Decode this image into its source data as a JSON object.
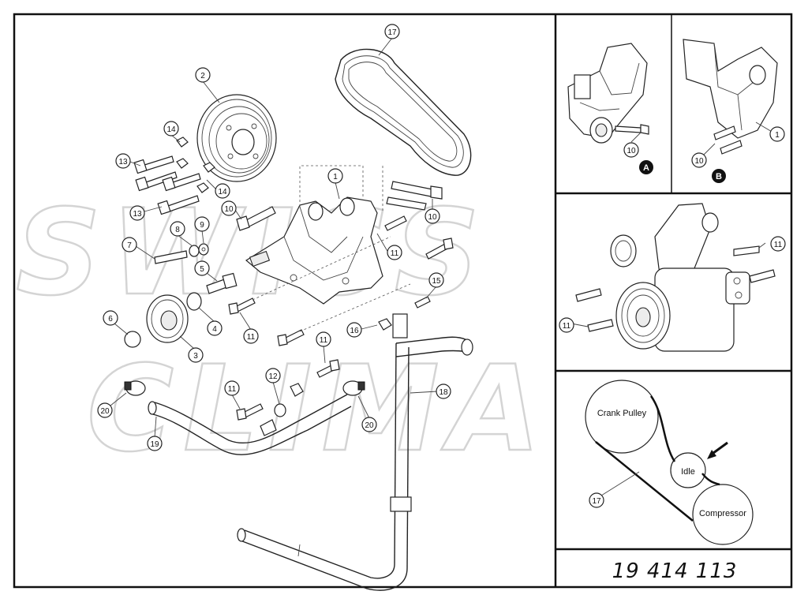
{
  "watermark": {
    "line1": "SWISS",
    "line2": "CLIMA"
  },
  "callouts": [
    "1",
    "2",
    "3",
    "4",
    "5",
    "6",
    "7",
    "8",
    "9",
    "10",
    "11",
    "12",
    "13",
    "14",
    "15",
    "16",
    "17",
    "18",
    "19",
    "20"
  ],
  "view_labels": {
    "a": "A",
    "b": "B"
  },
  "belt_routing": {
    "crank_pulley": "Crank Pulley",
    "idle": "Idle",
    "compressor": "Compressor",
    "belt_callout": "17"
  },
  "kit_number": "19 414 113",
  "colors": {
    "line": "#222222",
    "badge": "#111111",
    "watermark": "#d4d4d4"
  }
}
